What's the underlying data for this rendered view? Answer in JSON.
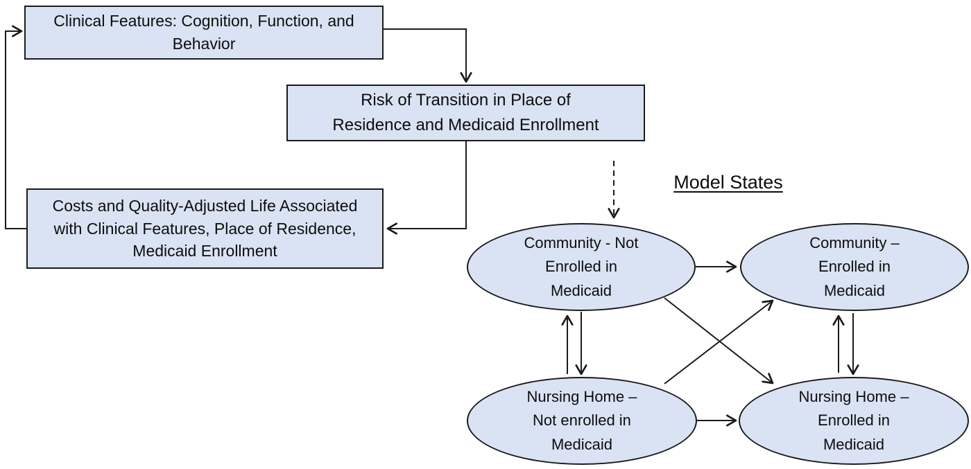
{
  "figure": {
    "background": "#ffffff",
    "node_fill": "#dae3f3",
    "line_color": "#1a1a1a"
  },
  "flow_boxes": [
    {
      "id": "clinical-features",
      "lines": [
        "Clinical Features: Cognition, Function, and",
        "Behavior"
      ]
    },
    {
      "id": "risk-of-transition",
      "lines": [
        "Risk of Transition in Place of",
        "Residence and Medicaid Enrollment"
      ]
    },
    {
      "id": "costs-and-quality",
      "lines": [
        "Costs and Quality-Adjusted Life Associated",
        "with Clinical Features, Place of Residence,",
        "Medicaid Enrollment"
      ]
    }
  ],
  "model_states": {
    "title": "Model States",
    "states": [
      {
        "id": "community-not-enrolled",
        "lines": [
          "Community - Not",
          "Enrolled in",
          "Medicaid"
        ]
      },
      {
        "id": "community-enrolled",
        "lines": [
          "Community –",
          "Enrolled in",
          "Medicaid"
        ]
      },
      {
        "id": "nursing-home-not-enrolled",
        "lines": [
          "Nursing Home –",
          "Not enrolled in",
          "Medicaid"
        ]
      },
      {
        "id": "nursing-home-enrolled",
        "lines": [
          "Nursing Home –",
          "Enrolled in",
          "Medicaid"
        ]
      }
    ]
  },
  "transitions": [
    {
      "from": "clinical-features",
      "to": "risk-of-transition",
      "style": "solid"
    },
    {
      "from": "risk-of-transition",
      "to": "costs-and-quality",
      "style": "solid"
    },
    {
      "from": "costs-and-quality",
      "to": "clinical-features",
      "style": "solid"
    },
    {
      "from": "risk-of-transition",
      "to": "community-not-enrolled",
      "style": "dashed"
    },
    {
      "from": "community-not-enrolled",
      "to": "community-enrolled",
      "style": "solid"
    },
    {
      "from": "community-not-enrolled",
      "to": "nursing-home-not-enrolled",
      "style": "solid"
    },
    {
      "from": "nursing-home-not-enrolled",
      "to": "community-not-enrolled",
      "style": "solid"
    },
    {
      "from": "community-not-enrolled",
      "to": "nursing-home-enrolled",
      "style": "solid"
    },
    {
      "from": "nursing-home-not-enrolled",
      "to": "community-enrolled",
      "style": "solid"
    },
    {
      "from": "nursing-home-not-enrolled",
      "to": "nursing-home-enrolled",
      "style": "solid"
    },
    {
      "from": "community-enrolled",
      "to": "nursing-home-enrolled",
      "style": "solid"
    },
    {
      "from": "nursing-home-enrolled",
      "to": "community-enrolled",
      "style": "solid"
    }
  ]
}
